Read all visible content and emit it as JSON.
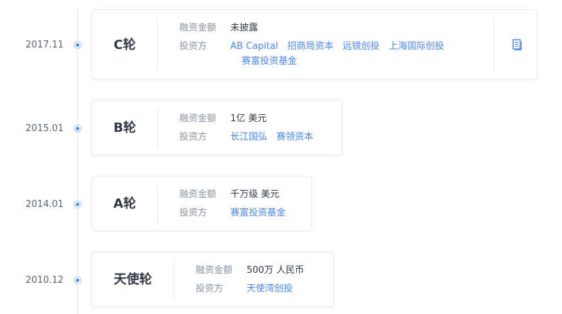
{
  "labels": {
    "amount": "融资金额",
    "investors": "投资方"
  },
  "colors": {
    "accent": "#4a86e8",
    "text": "#333a44",
    "muted": "#8c939d"
  },
  "rounds": [
    {
      "date": "2017.11",
      "name": "C轮",
      "amount": "未披露",
      "investors_line1": [
        "AB Capital",
        "招商局资本",
        "远镜创投",
        "上海国际创投"
      ],
      "investors_line2": [
        "赛富投资基金"
      ],
      "icon": "document-icon"
    },
    {
      "date": "2015.01",
      "name": "B轮",
      "amount": "1亿 美元",
      "investors_line1": [
        "长江国弘",
        "赛领资本"
      ]
    },
    {
      "date": "2014.01",
      "name": "A轮",
      "amount": "千万级 美元",
      "investors_line1": [
        "赛富投资基金"
      ]
    },
    {
      "date": "2010.12",
      "name": "天使轮",
      "amount": "500万 人民币",
      "investors_line1": [
        "天使湾创投"
      ]
    }
  ]
}
